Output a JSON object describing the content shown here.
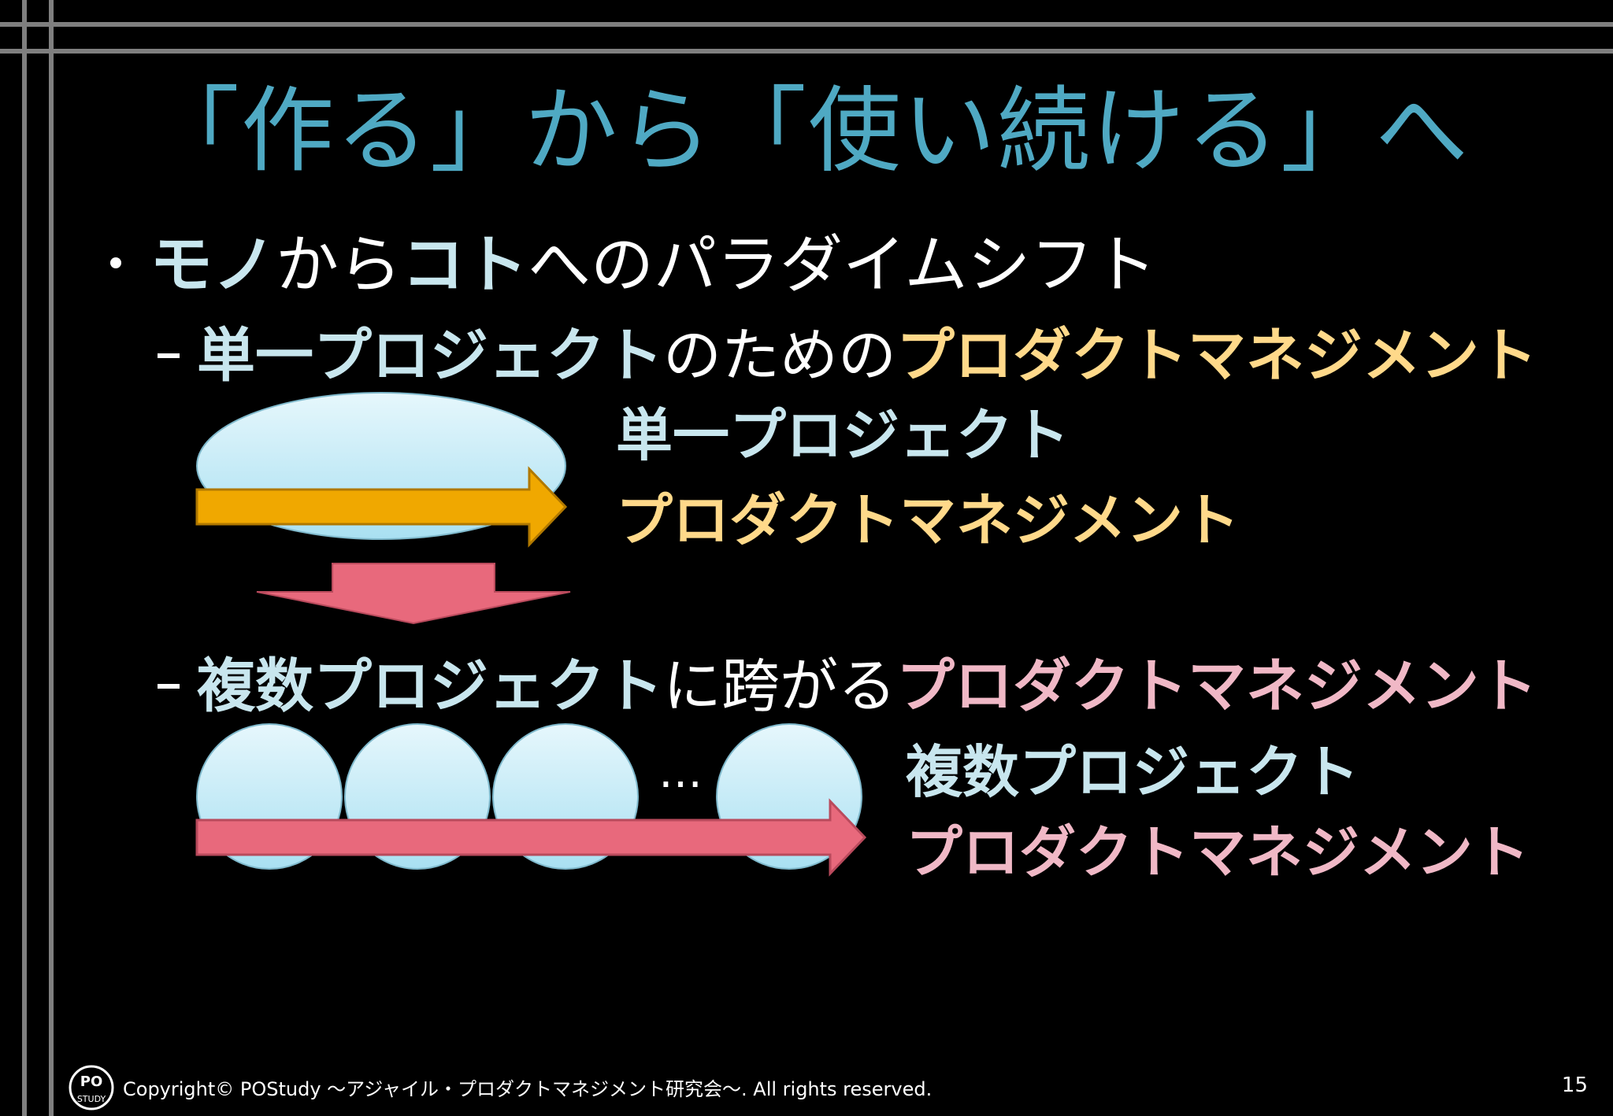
{
  "slide": {
    "title": "「作る」から「使い続ける」へ",
    "bullet": {
      "part1_bold": "モノ",
      "part2": "から",
      "part3_bold": "コト",
      "part4": "へのパラダイムシフト"
    },
    "sub1": {
      "bold_blue": "単一プロジェクト",
      "normal": "のための",
      "bold_yellow": "プロダクトマネジメント"
    },
    "diagram1": {
      "label_project": "単一プロジェクト",
      "label_pm": "プロダクトマネジメント"
    },
    "sub2": {
      "bold_blue": "複数プロジェクト",
      "normal": "に跨がる",
      "bold_pink": "プロダクトマネジメント"
    },
    "diagram2": {
      "ellipsis": "…",
      "label_project": "複数プロジェクト",
      "label_pm": "プロダクトマネジメント"
    },
    "footer": "Copyright© POStudy ～アジャイル・プロダクトマネジメント研究会～. All rights reserved.",
    "page_number": "15",
    "logo_text_top": "PO",
    "logo_text_bottom": "STUDY"
  },
  "colors": {
    "title": "#4fa9c3",
    "bubble": "#bfe8f5",
    "arrow_yellow": "#f0a800",
    "arrow_pink": "#e8697c",
    "text_blue": "#c8e6ee",
    "text_yellow": "#ffd98a",
    "text_pink": "#f0b8c6"
  }
}
